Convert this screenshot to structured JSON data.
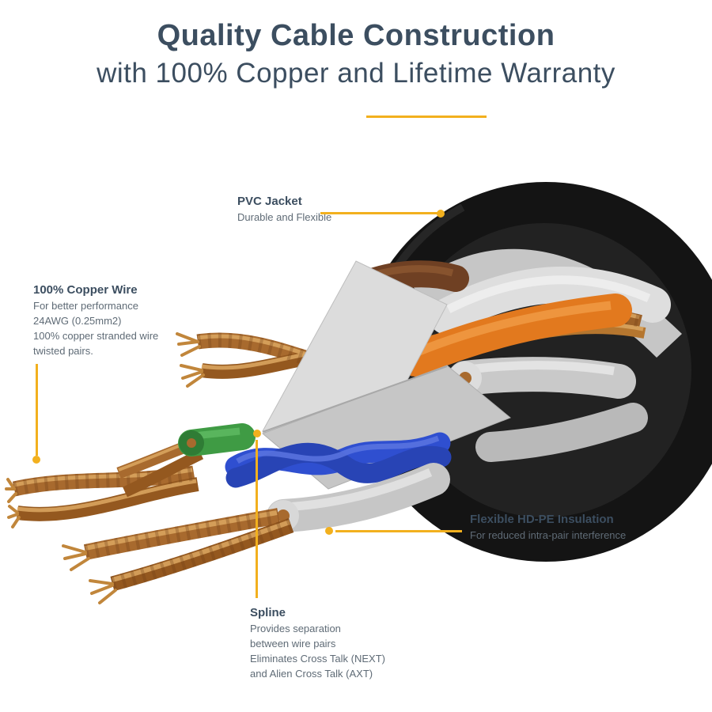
{
  "colors": {
    "accent": "#F2B01E",
    "heading": "#3C4E60",
    "description": "#5F6B76",
    "jacket": "#141414",
    "copper": "#A86A2E",
    "orange_wire": "#E2791E",
    "blue_wire": "#2F4FD0",
    "green_wire": "#3F9B44",
    "gray_insulation": "#C9C9C9",
    "brown_wire": "#6F4023"
  },
  "header": {
    "title": "Quality Cable Construction",
    "subtitle": "with 100% Copper and Lifetime Warranty"
  },
  "callouts": {
    "pvc_jacket": {
      "label": "PVC Jacket",
      "description": "Durable and Flexible"
    },
    "copper_wire": {
      "label": "100% Copper Wire",
      "lines": {
        "0": "For better performance",
        "1": "24AWG (0.25mm2)",
        "2": "100% copper stranded wire",
        "3": "twisted pairs."
      }
    },
    "hdpe_insulation": {
      "label": "Flexible HD-PE Insulation",
      "description": "For reduced intra-pair interference"
    },
    "spline": {
      "label": "Spline",
      "lines": {
        "0": "Provides separation",
        "1": "between wire pairs",
        "2": "Eliminates Cross Talk (NEXT)",
        "3": "and Alien Cross Talk (AXT)"
      }
    }
  }
}
